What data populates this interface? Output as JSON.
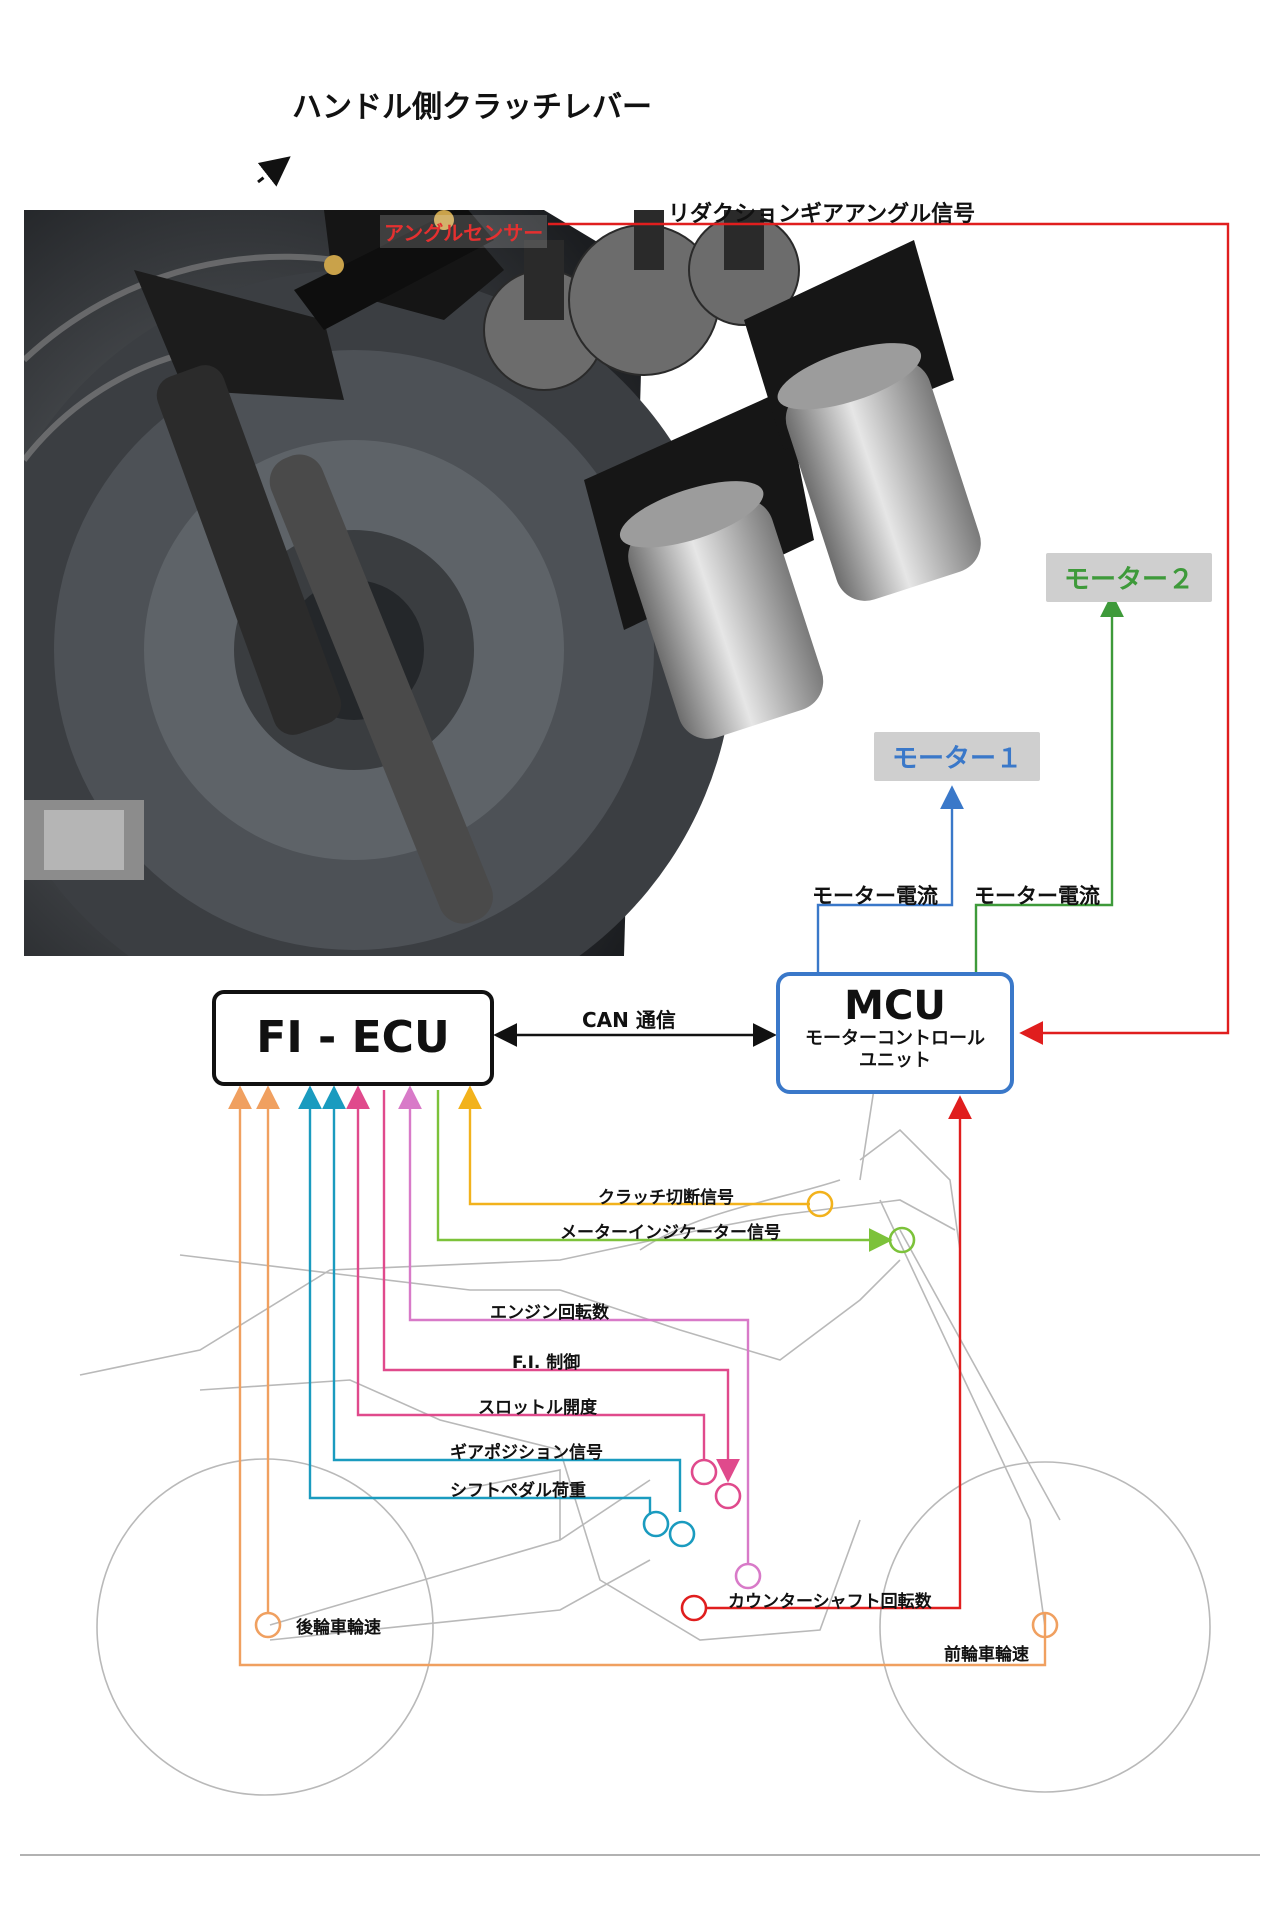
{
  "top_title": "ハンドル側クラッチレバー",
  "reduction_signal": "リダクションギアアングル信号",
  "angle_sensor": "アングルセンサー",
  "motor1": "モーター１",
  "motor2": "モーター２",
  "motor_current_1": "モーター電流",
  "motor_current_2": "モーター電流",
  "ecu_title": "FI - ECU",
  "mcu_title": "MCU",
  "mcu_sub1": "モーターコントロール",
  "mcu_sub2": "ユニット",
  "can_label": "CAN 通信",
  "signals": {
    "clutch_cut": "クラッチ切断信号",
    "meter_indicator": "メーターインジケーター信号",
    "engine_rpm": "エンジン回転数",
    "fi_control": "F.I. 制御",
    "throttle": "スロットル開度",
    "gear_position": "ギアポジション信号",
    "shift_pedal": "シフトペダル荷重",
    "countershaft": "カウンターシャフト回転数",
    "rear_wheel": "後輪車輪速",
    "front_wheel": "前輪車輪速"
  },
  "colors": {
    "red": "#e01e1e",
    "blue": "#3a78c9",
    "green": "#3e9a3a",
    "orange": "#f0a060",
    "teal": "#1a9bbf",
    "pink": "#e04a8c",
    "violet": "#d87ac8",
    "lime": "#7cc23a",
    "yellow": "#f2b21c"
  }
}
